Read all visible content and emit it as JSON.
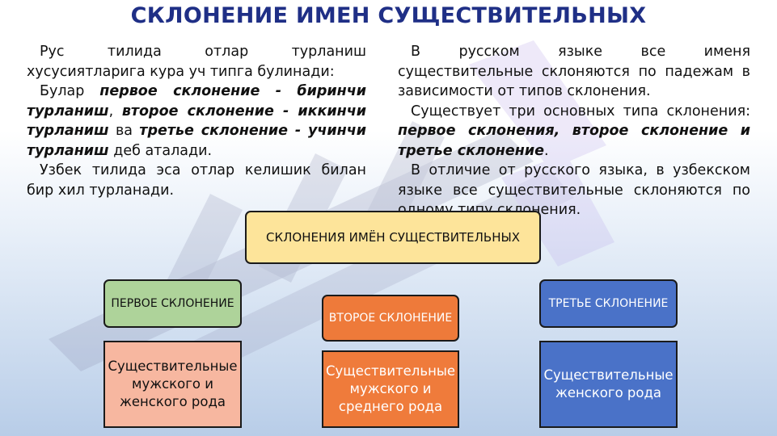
{
  "title": "СКЛОНЕНИЕ ИМЕН СУЩЕСТВИТЕЛЬНЫХ",
  "left_text": {
    "p1": "Рус тилида отлар турланиш хусусиятларига кура уч типга булинади:",
    "p2_a": "Булар ",
    "p2_b": "первое склонение - биринчи турланиш",
    "p2_c": ", ",
    "p2_d": "второе склонение - иккинчи турланиш",
    "p2_e": " ва ",
    "p2_f": "третье склонение - учинчи турланиш",
    "p2_g": " деб аталади.",
    "p3": "Узбек тилида эса отлар келишик билан бир хил турланади."
  },
  "right_text": {
    "p1": "В русском языке все именя существительные склоняются по падежам в зависимости от типов склонения.",
    "p2_a": "Существует три основных типа склонения: ",
    "p2_b": "первое склонения, второе склонение и третье склонение",
    "p2_c": ".",
    "p3": "В отличие от русского языка, в узбекском языке все существительные склоняются по одному типу склонения."
  },
  "diagram": {
    "main": "СКЛОНЕНИЯ ИМЁН СУЩЕСТВИТЕЛЬНЫХ",
    "first": {
      "head": "ПЕРВОЕ СКЛОНЕНИЕ",
      "desc": "Существительные мужского и женского рода",
      "head_color": "#aed39a",
      "desc_color": "#f7b7a0"
    },
    "second": {
      "head": "ВТОРОЕ СКЛОНЕНИЕ",
      "desc": "Существительные мужского и среднего рода",
      "head_color": "#ee7a3a",
      "desc_color": "#ef7b3b"
    },
    "third": {
      "head": "ТРЕТЬЕ СКЛОНЕНИЕ",
      "desc": "Существительные женского рода",
      "head_color": "#4a72c8",
      "desc_color": "#4a72c8"
    }
  },
  "colors": {
    "title": "#1f2f86",
    "main_box": "#fde49a"
  }
}
